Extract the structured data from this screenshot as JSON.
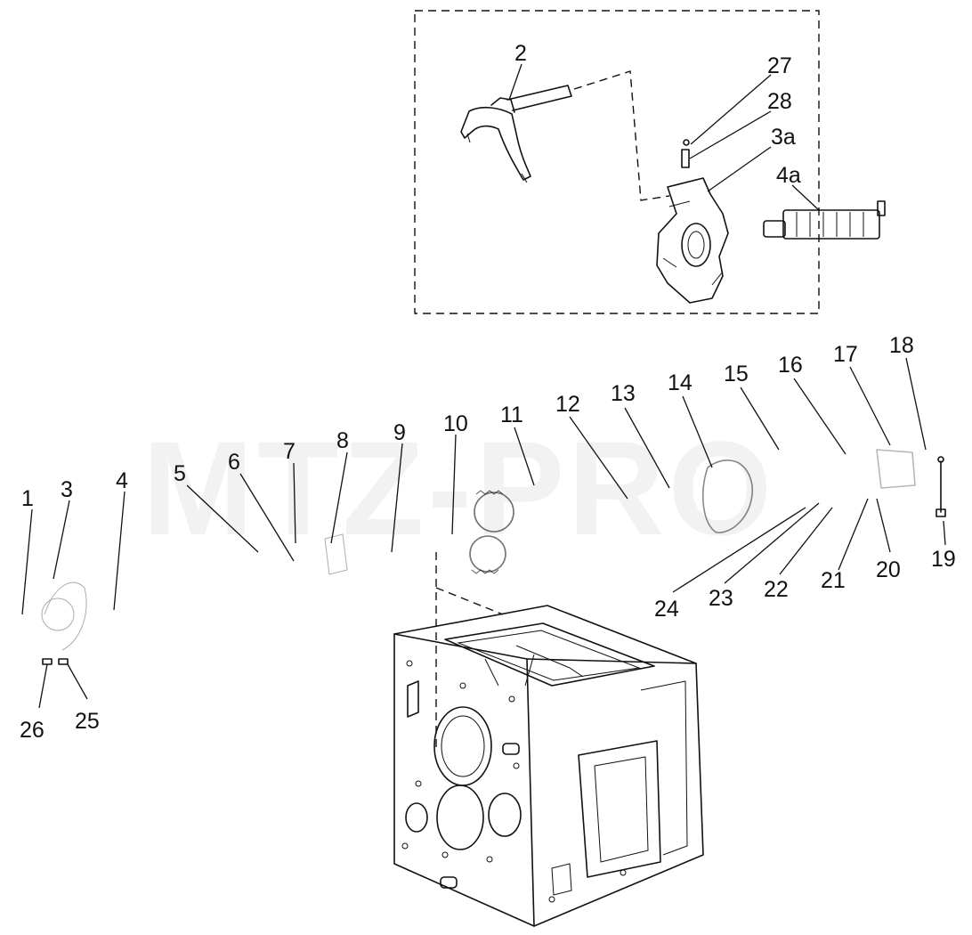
{
  "watermark": "MTZ-PRO",
  "callouts": [
    {
      "id": "c1",
      "text": "1"
    },
    {
      "id": "c2",
      "text": "2"
    },
    {
      "id": "c3",
      "text": "3"
    },
    {
      "id": "c3a",
      "text": "3a"
    },
    {
      "id": "c4",
      "text": "4"
    },
    {
      "id": "c4a",
      "text": "4a"
    },
    {
      "id": "c5",
      "text": "5"
    },
    {
      "id": "c6",
      "text": "6"
    },
    {
      "id": "c7",
      "text": "7"
    },
    {
      "id": "c8",
      "text": "8"
    },
    {
      "id": "c9",
      "text": "9"
    },
    {
      "id": "c10",
      "text": "10"
    },
    {
      "id": "c11",
      "text": "11"
    },
    {
      "id": "c12",
      "text": "12"
    },
    {
      "id": "c13",
      "text": "13"
    },
    {
      "id": "c14",
      "text": "14"
    },
    {
      "id": "c15",
      "text": "15"
    },
    {
      "id": "c16",
      "text": "16"
    },
    {
      "id": "c17",
      "text": "17"
    },
    {
      "id": "c18",
      "text": "18"
    },
    {
      "id": "c19",
      "text": "19"
    },
    {
      "id": "c20",
      "text": "20"
    },
    {
      "id": "c21",
      "text": "21"
    },
    {
      "id": "c22",
      "text": "22"
    },
    {
      "id": "c23",
      "text": "23"
    },
    {
      "id": "c24",
      "text": "24"
    },
    {
      "id": "c25",
      "text": "25"
    },
    {
      "id": "c26",
      "text": "26"
    },
    {
      "id": "c27",
      "text": "27"
    },
    {
      "id": "c28",
      "text": "28"
    }
  ]
}
